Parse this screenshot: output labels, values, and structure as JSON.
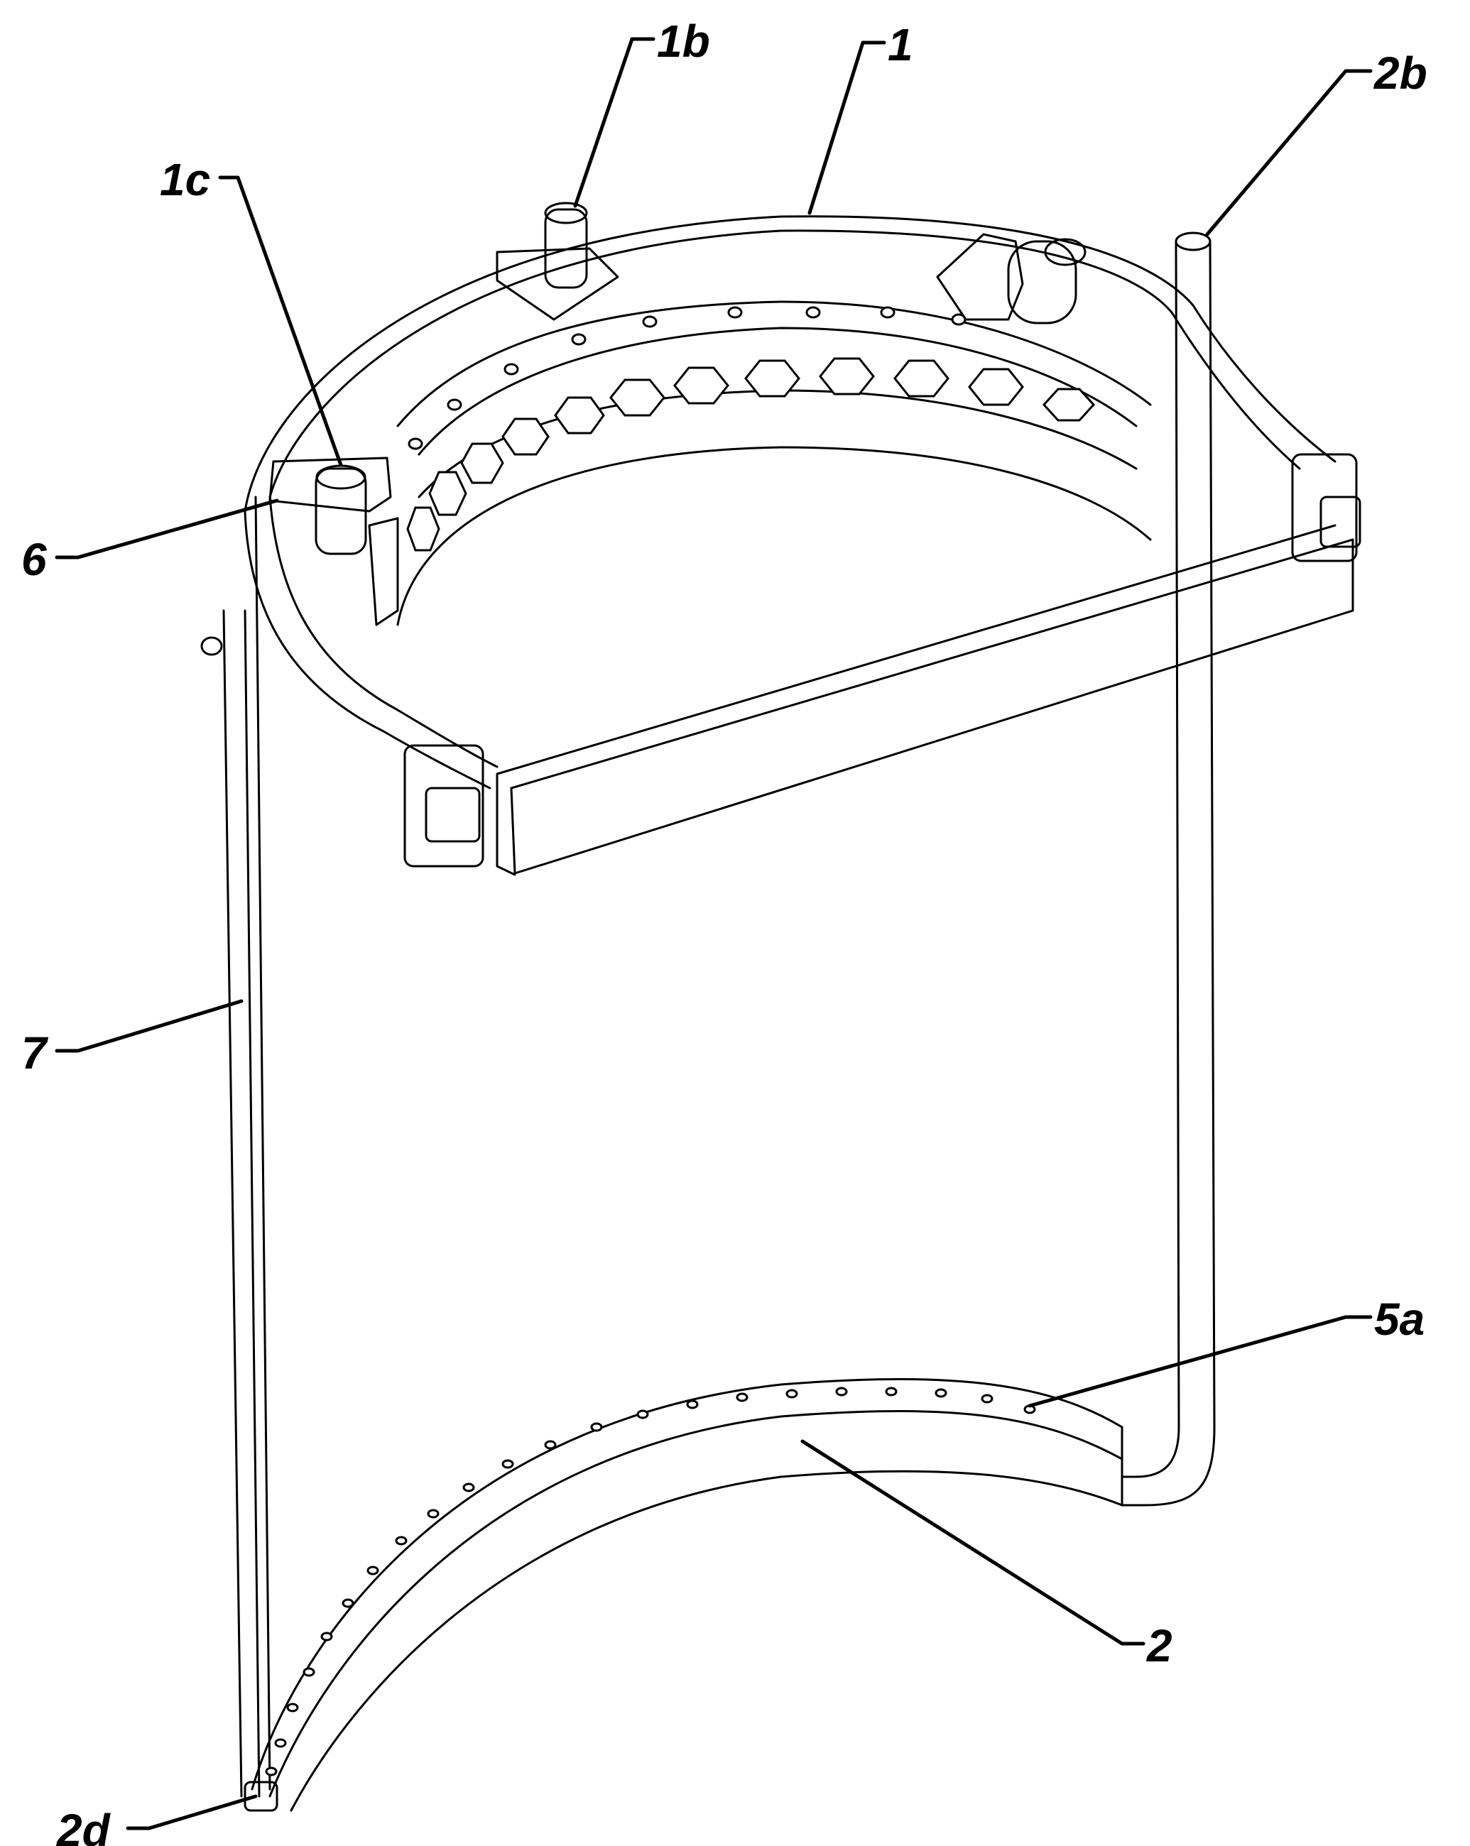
{
  "labels": {
    "l1": "1",
    "l1b": "1b",
    "l1c": "1c",
    "l2b": "2b",
    "l6": "6",
    "l7": "7",
    "l5a": "5a",
    "l2": "2",
    "l2d": "2d"
  },
  "colors": {
    "line": "#000000",
    "background": "#ffffff"
  }
}
